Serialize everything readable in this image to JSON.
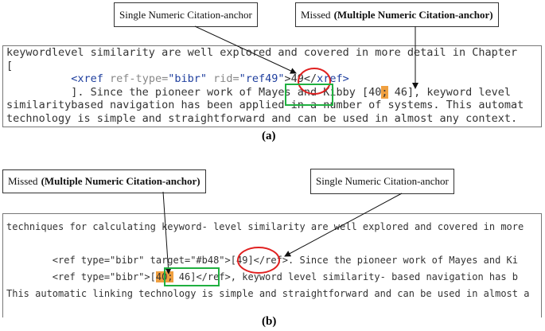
{
  "panel_a": {
    "label_single": "Single Numeric Citation-anchor",
    "label_missed_prefix": "Missed",
    "label_missed_bold": "(Multiple Numeric Citation-anchor)",
    "lines": [
      "keywordlevel similarity are well explored and covered in more detail in Chapter",
      "[",
      "          ",
      "          ]. Since the pioneer work of Mayes and Kibby ",
      "similaritybased navigation has been applied in a number of systems. This automat",
      "technology is simple and straightforward and can be used in almost any context."
    ],
    "xref_open": "<xref",
    "xref_attr1": " ref-type=",
    "xref_val1": "\"bibr\"",
    "xref_attr2": " rid=",
    "xref_val2": "\"ref49\"",
    "xref_content": ">49</",
    "xref_close": "xref>",
    "multi_open": "[40",
    "multi_semi": ";",
    "multi_rest": " 46]",
    "multi_after": ", keyword level",
    "caption": "(a)"
  },
  "panel_b": {
    "label_missed_prefix": "Missed",
    "label_missed_bold": "(Multiple Numeric Citation-anchor)",
    "label_single": "Single Numeric Citation-anchor",
    "line1": "techniques for calculating keyword- level similarity are well explored and covered in more",
    "ref1_pre": "        <ref type=\"bibr\" target=\"#b48\">",
    "ref1_cite": "[49]",
    "ref1_post": "</ref>. Since the pioneer work of Mayes and Ki",
    "ref2_pre": "        <ref type=\"bibr\">",
    "ref2_open": "[",
    "ref2_hl": "40;",
    "ref2_rest": " 46]",
    "ref2_post": "</ref>, keyword level similarity- based navigation has b",
    "line5": "This automatic linking technology is simple and straightforward and can be used in almost a",
    "caption": "(b)"
  },
  "colors": {
    "circle": "#e02020",
    "box": "#20b040",
    "highlight": "#f0a040",
    "tag": "#1f3f9e"
  }
}
